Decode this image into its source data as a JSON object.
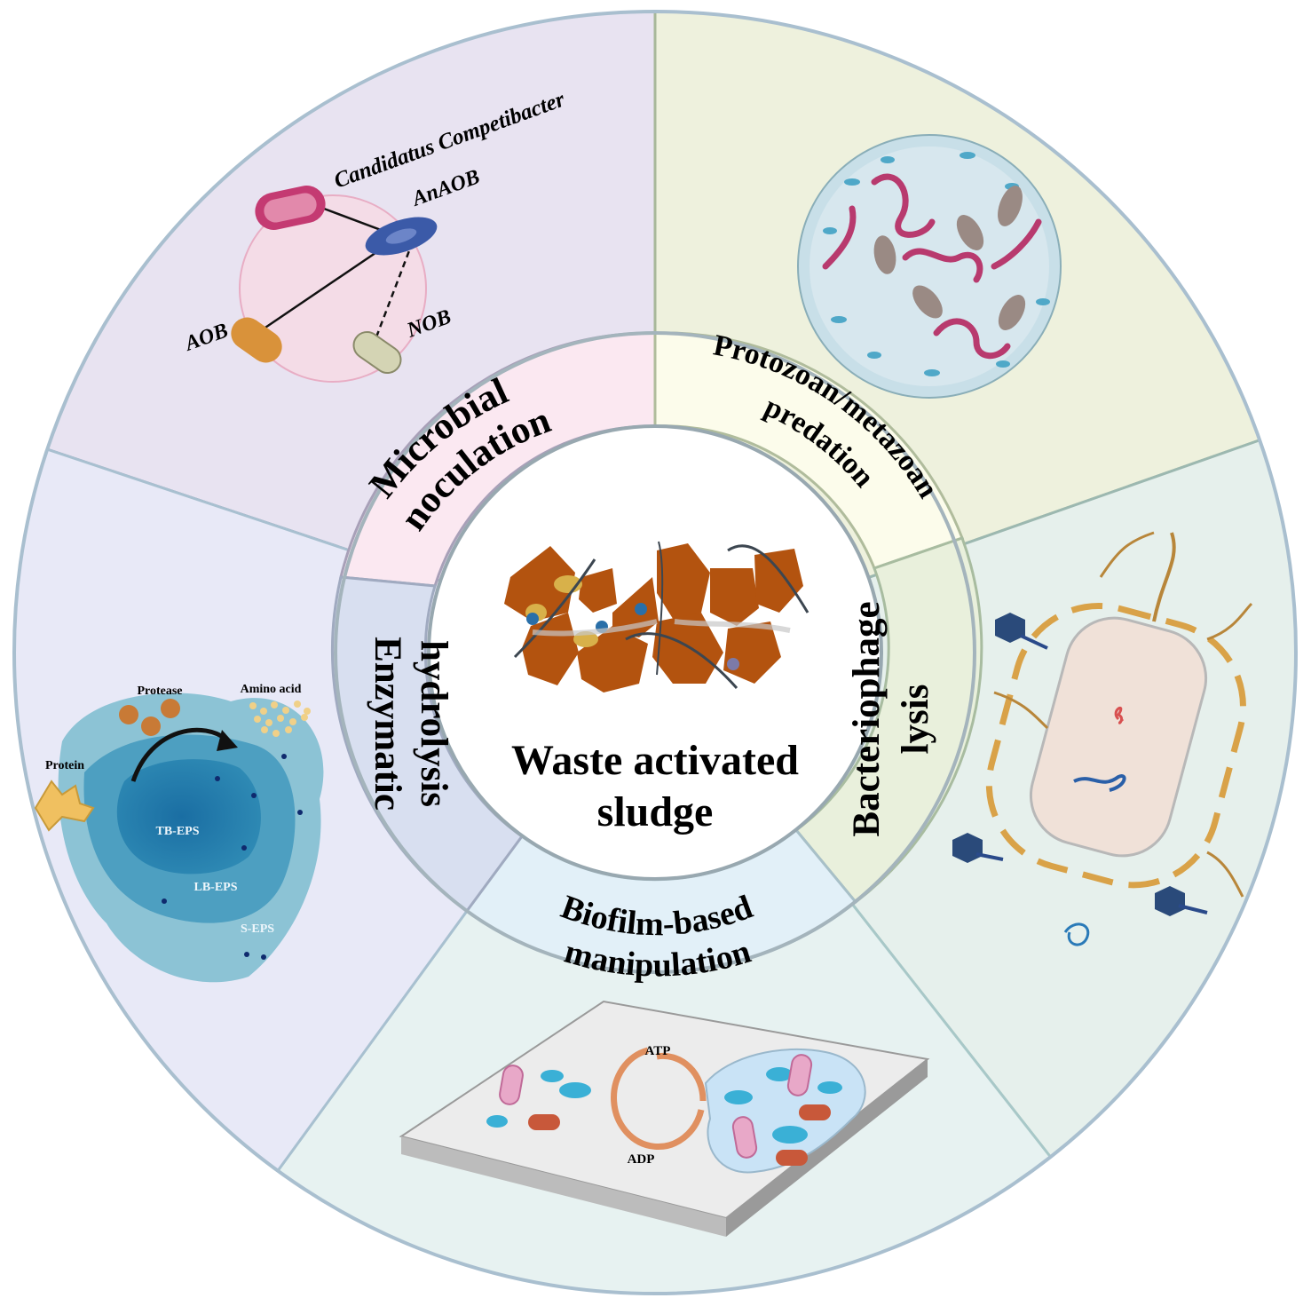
{
  "center": {
    "line1": "Waste activated",
    "line2": "sludge"
  },
  "segments": {
    "microbial": {
      "line1": "Microbial",
      "line2": "inoculation",
      "color": "#e8e3f1",
      "inner": "#fbe8f1"
    },
    "predation": {
      "line1": "Protozoan/metazoan",
      "line2": "predation",
      "color": "#eef1dd",
      "inner": "#fcfceb"
    },
    "phage": {
      "line1": "Bacteriophage",
      "line2": "lysis",
      "color": "#e6f0ec",
      "inner": "#e9f0dc"
    },
    "biofilm": {
      "line1": "Biofilm-based",
      "line2": "manipulation",
      "color": "#e7f2f1",
      "inner": "#e2f0f8"
    },
    "enzyme": {
      "line1": "Enzymatic",
      "line2": "hydrolysis",
      "color": "#e8e9f7",
      "inner": "#d8dff0"
    }
  },
  "microbial_illustration": {
    "candidatus": "Candidatus Competibacter",
    "anaob": "AnAOB",
    "aob": "AOB",
    "nob": "NOB"
  },
  "enzyme_illustration": {
    "protein": "Protein",
    "protease": "Protease",
    "amino_acid": "Amino acid",
    "tb_eps": "TB-EPS",
    "lb_eps": "LB-EPS",
    "s_eps": "S-EPS"
  },
  "biofilm_illustration": {
    "atp": "ATP",
    "adp": "ADP"
  },
  "colors": {
    "outline": "#a8b8c8",
    "sludge_floc": "#b3530f"
  }
}
